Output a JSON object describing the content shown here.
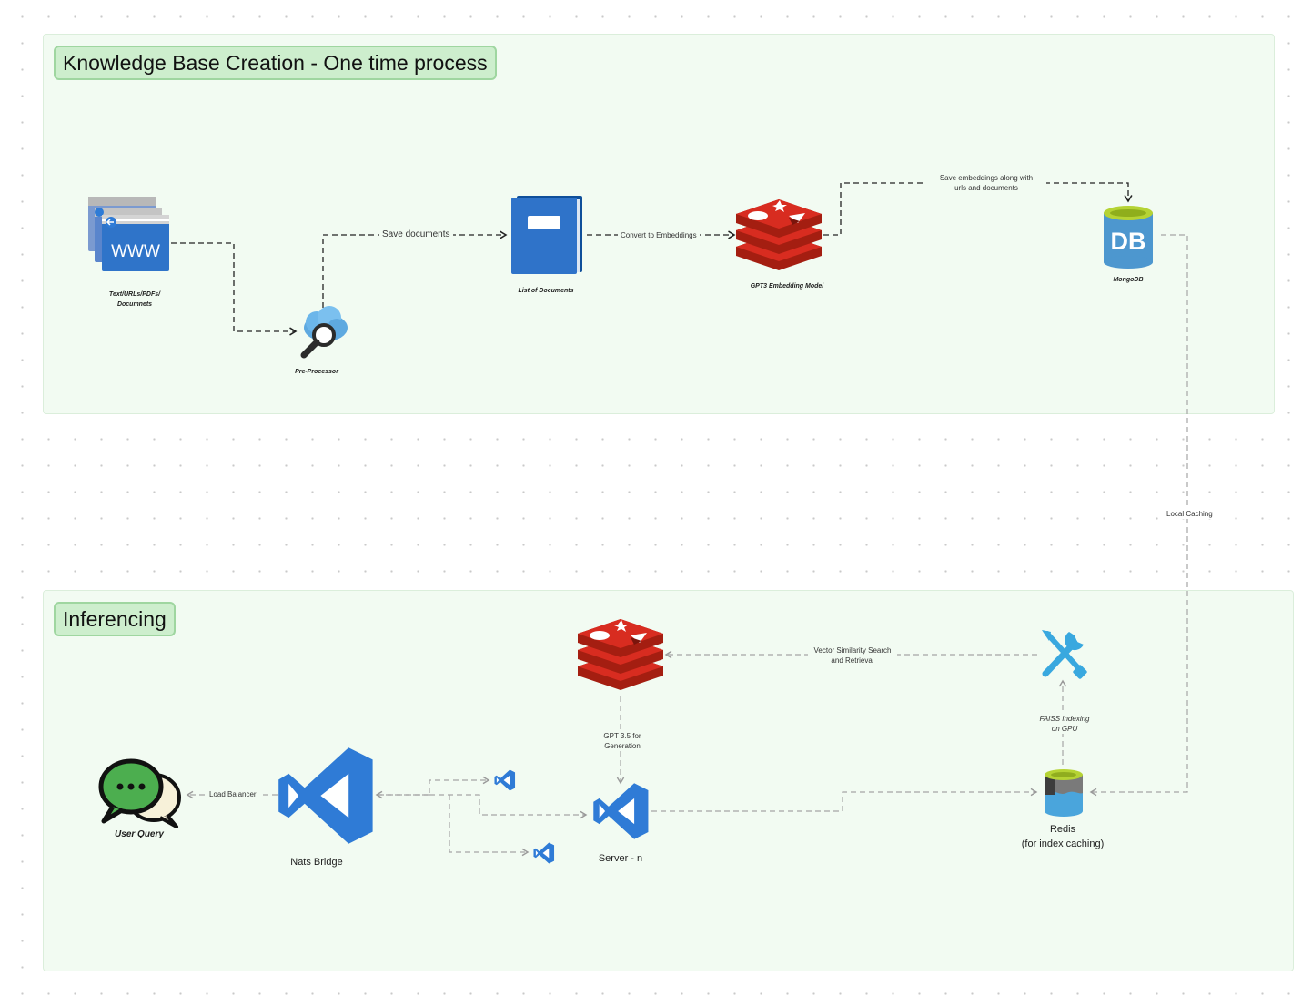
{
  "sections": {
    "knowledge": {
      "title": "Knowledge Base Creation - One time process"
    },
    "inference": {
      "title": "Inferencing"
    }
  },
  "nodes": {
    "sources": {
      "label": "Text/URLs/PDFs/\nDocumnets",
      "icon": "www-browser-icon",
      "badge": "WWW"
    },
    "preprocessor": {
      "label": "Pre-Processor",
      "icon": "cloud-search-icon"
    },
    "documents": {
      "label": "List of Documents",
      "icon": "book-icon"
    },
    "embedding_model": {
      "label": "GPT3 Embedding Model",
      "icon": "redis-stack-icon"
    },
    "mongodb": {
      "label": "MongoDB",
      "icon": "database-icon",
      "badge": "DB"
    },
    "user_query": {
      "label": "User Query",
      "icon": "chat-bubbles-icon"
    },
    "nats_bridge": {
      "label": "Nats Bridge",
      "icon": "vscode-icon"
    },
    "server": {
      "label": "Server - n",
      "icon": "vscode-icon"
    },
    "redis": {
      "label": "Redis\n(for index caching)",
      "icon": "redis-db-icon"
    },
    "llm": {
      "icon": "redis-stack-icon"
    },
    "faiss": {
      "icon": "tools-icon"
    }
  },
  "edges": {
    "save_documents": "Save documents",
    "convert_embeddings": "Convert to Embeddings",
    "save_embeddings": "Save embeddings along with\nurls and documents",
    "local_caching": "Local Caching",
    "vector_search": "Vector Similarity Search\nand Retrieval",
    "gpt_generation": "GPT 3.5 for\nGeneration",
    "faiss_indexing": "FAISS Indexing\non GPU",
    "load_balancer": "Load Balancer"
  },
  "colors": {
    "section_bg": "#f2fbf2",
    "title_bg": "#cdeecd",
    "title_border": "#9fd6a0",
    "redis_red": "#c6302b",
    "vscode_blue": "#2f7bd6",
    "mongo_blue": "#5fa8d8",
    "mongo_top": "#b5d334"
  }
}
